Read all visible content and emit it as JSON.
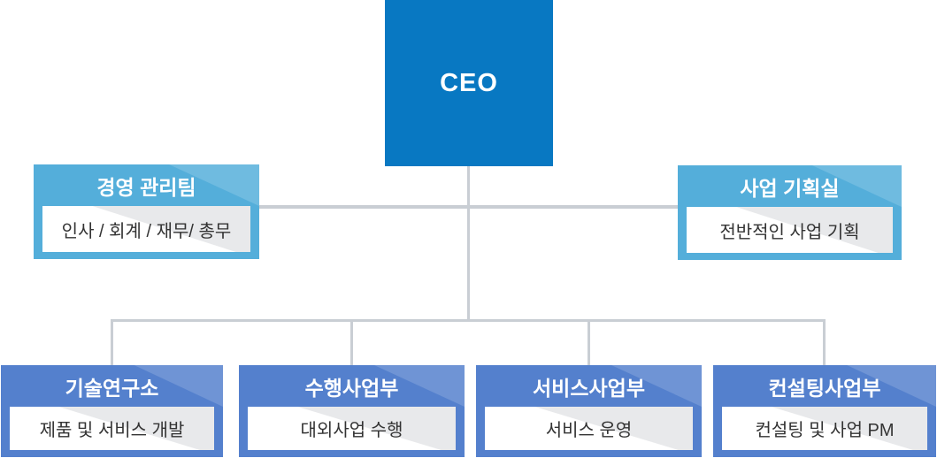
{
  "org": {
    "root": {
      "label": "CEO"
    },
    "level2": [
      {
        "title": "경영 관리팀",
        "desc": "인사 / 회계 / 재무/ 총무"
      },
      {
        "title": "사업 기획실",
        "desc": "전반적인 사업 기획"
      }
    ],
    "level3": [
      {
        "title": "기술연구소",
        "desc": "제품 및 서비스 개발"
      },
      {
        "title": "수행사업부",
        "desc": "대외사업 수행"
      },
      {
        "title": "서비스사업부",
        "desc": "서비스 운영"
      },
      {
        "title": "컨설팅사업부",
        "desc": "컨설팅 및 사업 PM"
      }
    ]
  },
  "colors": {
    "ceo_blue": "#0878c2",
    "teal_blue": "#54aeda",
    "royal_blue": "#5480cd",
    "body_gray": "#e8e9eb",
    "connector_gray": "#c9ced4",
    "text_dark": "#333333"
  }
}
